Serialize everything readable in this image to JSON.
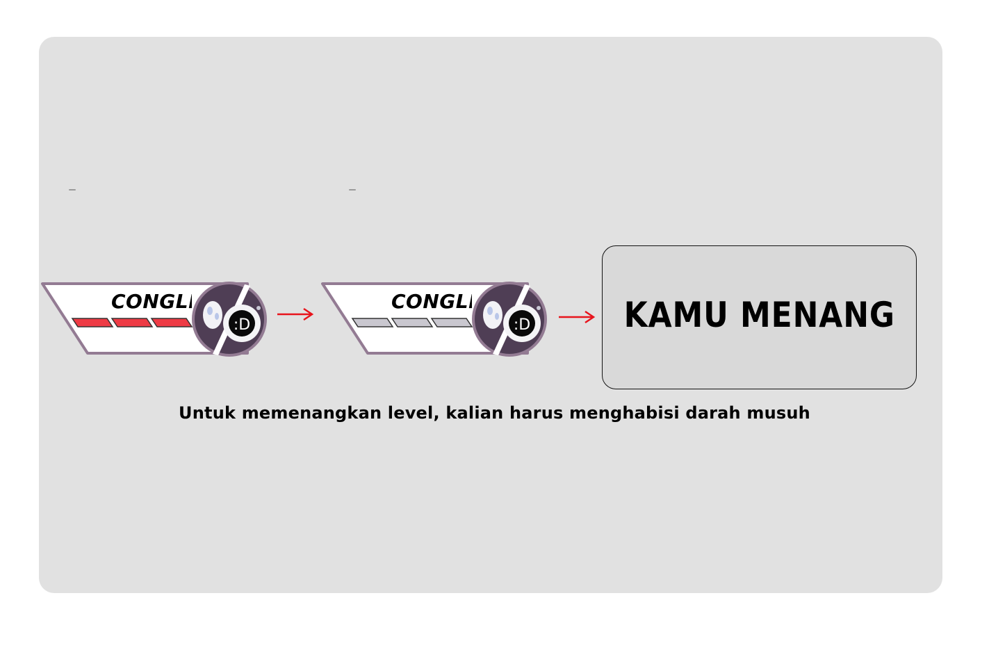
{
  "huds": [
    {
      "name": "CONGLI",
      "health_filled": 3,
      "health_total": 3,
      "state": "full"
    },
    {
      "name": "CONGLI",
      "health_filled": 0,
      "health_total": 3,
      "state": "empty"
    }
  ],
  "avatar_face": ":D",
  "result": {
    "label": "KAMU MENANG"
  },
  "caption": "Untuk memenangkan level, kalian harus menghabisi darah musuh",
  "colors": {
    "background": "#e1e1e1",
    "health_full": "#ee3b45",
    "health_empty": "#c9c7cf",
    "hud_border": "#937b93",
    "avatar_bg": "#4f3e55",
    "arrow": "#e8141c",
    "result_bg": "#d9d9d9"
  },
  "icons": {
    "arrow": "right-arrow-icon",
    "avatar": "robot-mascot-icon"
  }
}
